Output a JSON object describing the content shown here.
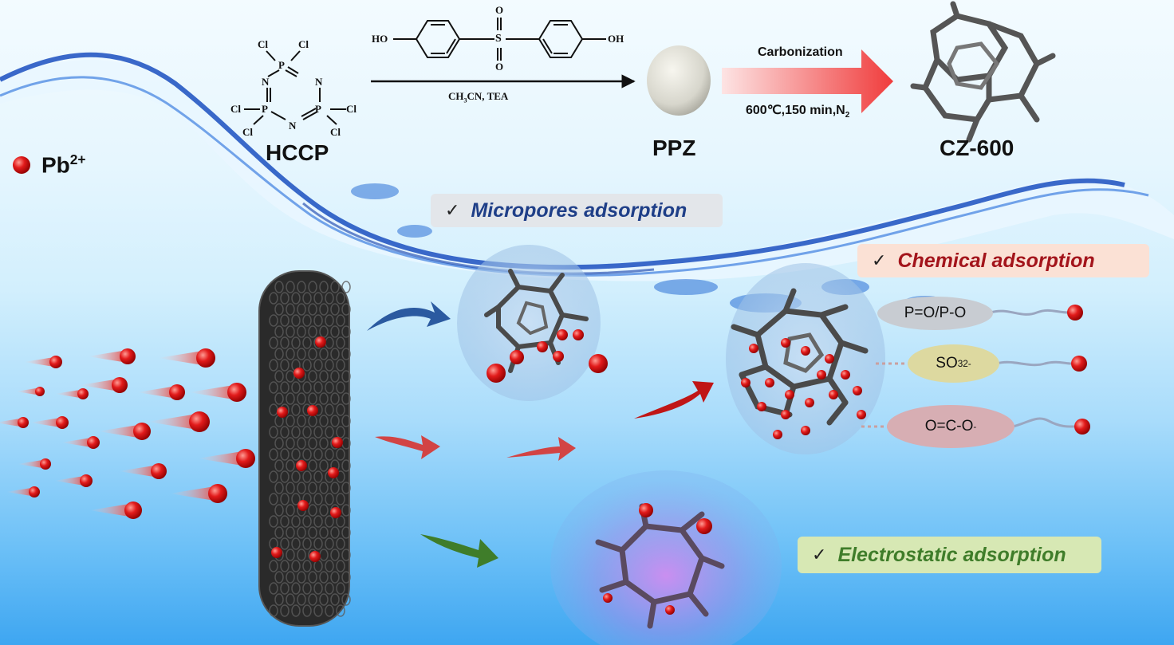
{
  "synthesis": {
    "reactant_1": {
      "name": "HCCP",
      "atoms": {
        "cl": "Cl",
        "p": "P",
        "n": "N"
      }
    },
    "reactant_2": {
      "left_group": "HO",
      "right_group": "OH",
      "center_atom": "S",
      "oxo": "O"
    },
    "conditions_1": {
      "text": "CH",
      "sub1": "3",
      "rest": "CN, TEA"
    },
    "intermediate": {
      "name": "PPZ"
    },
    "step_2": {
      "label_top": "Carbonization",
      "label_bottom": "600℃,150 min,N",
      "label_bottom_sub": "2"
    },
    "product": {
      "name": "CZ-600"
    }
  },
  "legend": {
    "ion": "Pb",
    "charge": "2+"
  },
  "mechanisms": {
    "micropores": {
      "check": "✓",
      "label": "Micropores adsorption",
      "color": "#1f3f88",
      "bg": "#e3e6ea"
    },
    "chemical": {
      "check": "✓",
      "label": "Chemical adsorption",
      "color": "#a3141b",
      "bg": "#fbe1d5"
    },
    "electrostatic": {
      "check": "✓",
      "label": "Electrostatic adsorption",
      "color": "#3f7d2a",
      "bg": "#d7e8b4"
    }
  },
  "functional_groups": [
    {
      "text": "P=O/P-O",
      "sup": "",
      "sub": "",
      "color": "#c8ccd2"
    },
    {
      "text": "SO",
      "sub": "3",
      "sup": "2-",
      "color": "#ddd9a0"
    },
    {
      "text": "O=C-O",
      "sub": "",
      "sup": "-",
      "color": "#d7aeb3"
    }
  ],
  "arrows": {
    "micropores": "#2b5aa0",
    "chemical_a": "#d24444",
    "chemical_b": "#c01616",
    "electrostatic": "#3f7d2a",
    "carbonization": "#f04848"
  }
}
